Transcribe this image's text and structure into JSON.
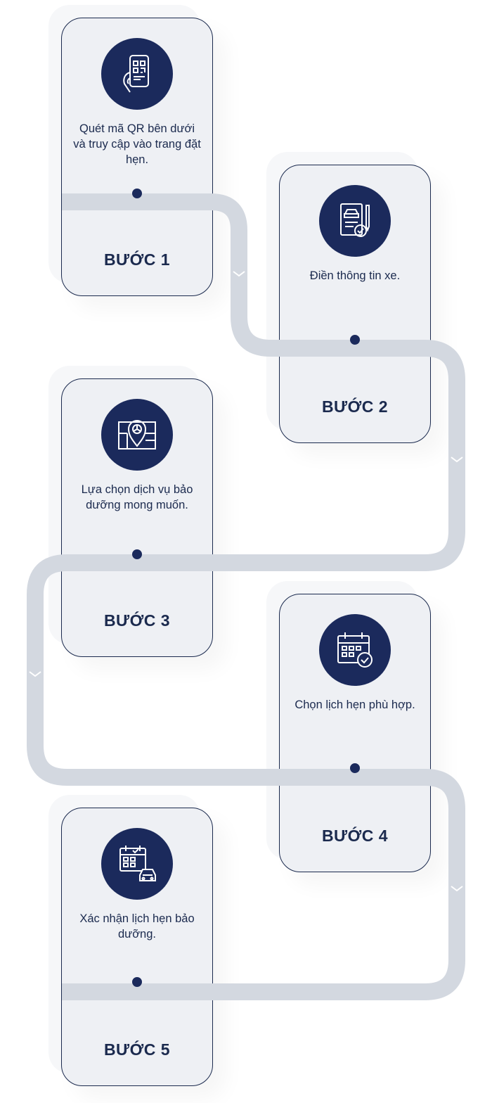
{
  "steps": [
    {
      "title": "BƯỚC 1",
      "text": "Quét mã QR bên dưới và truy cập vào trang đặt hẹn.",
      "icon": "qr-phone-icon"
    },
    {
      "title": "BƯỚC 2",
      "text": "Điền thông tin xe.",
      "icon": "vehicle-form-icon"
    },
    {
      "title": "BƯỚC 3",
      "text": "Lựa chọn dịch vụ bảo dưỡng mong muốn.",
      "icon": "map-pin-icon"
    },
    {
      "title": "BƯỚC 4",
      "text": "Chọn lịch hẹn phù hợp.",
      "icon": "calendar-check-icon"
    },
    {
      "title": "BƯỚC 5",
      "text": "Xác nhận lịch hẹn bảo dưỡng.",
      "icon": "calendar-car-icon"
    }
  ],
  "colors": {
    "navy": "#1b2a5c",
    "track": "#d3d8e0",
    "card": "#eef0f4"
  }
}
